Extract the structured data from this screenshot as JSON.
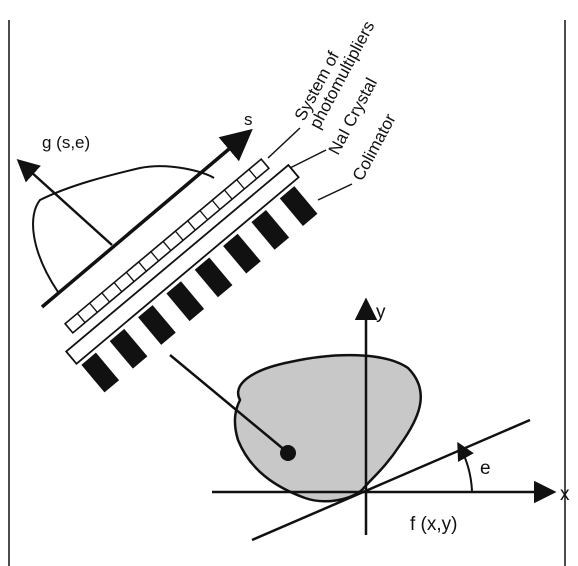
{
  "labels": {
    "projection": "g (s,e)",
    "s_axis": "s",
    "photomultipliers_line1": "System of",
    "photomultipliers_line2": "photomultipliers",
    "crystal": "NaI Crystal",
    "collimator": "Colimator",
    "y_axis": "y",
    "x_axis": "x",
    "angle": "e",
    "object_function": "f (x,y)"
  },
  "colors": {
    "ink": "#111111",
    "object_fill": "#c8c8c8",
    "background": "#ffffff"
  }
}
